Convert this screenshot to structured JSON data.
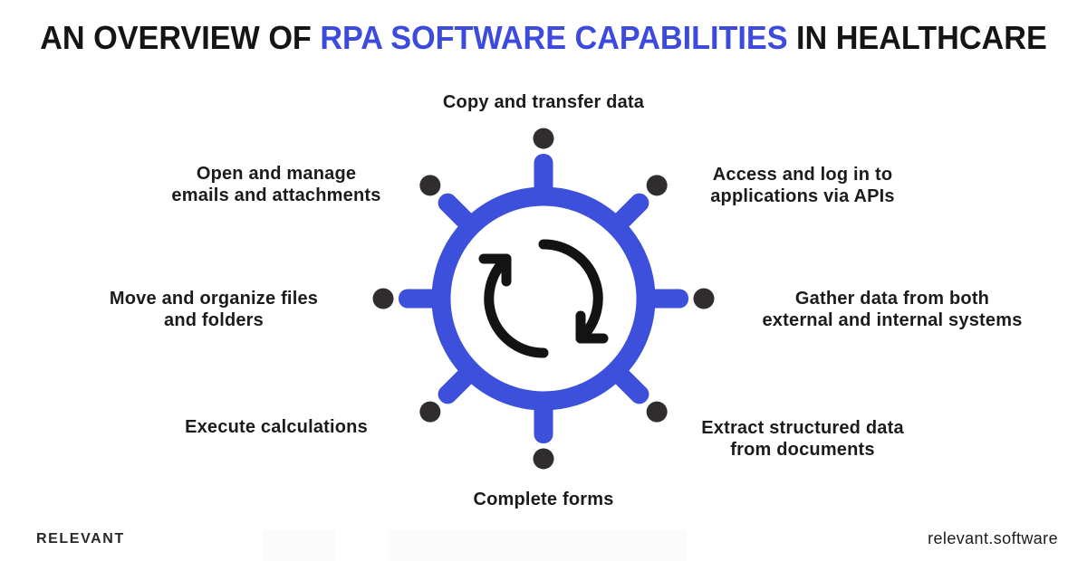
{
  "title": {
    "prefix": "AN OVERVIEW OF",
    "highlight": " RPA SOFTWARE CAPABILITIES",
    "suffix": " IN HEALTHCARE"
  },
  "wheel": {
    "icon": "sync-cycle-arrows-icon",
    "spoke_count": 8
  },
  "capabilities": [
    {
      "position": "top",
      "label": "Copy and transfer data",
      "lines": [
        "Copy and transfer data"
      ]
    },
    {
      "position": "top-right",
      "label": "Access and log in to applications via APIs",
      "lines": [
        "Access and log in to",
        "applications via APIs"
      ]
    },
    {
      "position": "right",
      "label": "Gather data from both external and internal systems",
      "lines": [
        "Gather data from both",
        "external and internal systems"
      ]
    },
    {
      "position": "bottom-right",
      "label": "Extract structured data from documents",
      "lines": [
        "Extract structured data",
        "from documents"
      ]
    },
    {
      "position": "bottom",
      "label": "Complete forms",
      "lines": [
        "Complete forms"
      ]
    },
    {
      "position": "bottom-left",
      "label": "Execute calculations",
      "lines": [
        "Execute calculations"
      ]
    },
    {
      "position": "left",
      "label": "Move and organize files and folders",
      "lines": [
        "Move and organize files",
        "and folders"
      ]
    },
    {
      "position": "top-left",
      "label": "Open and manage emails and attachments",
      "lines": [
        "Open and manage",
        "emails and attachments"
      ]
    }
  ],
  "footer": {
    "brand": "RELEVANT",
    "website": "relevant.software"
  },
  "colors": {
    "title-ink": "#151515",
    "title-blue": "#3C4BDE",
    "wheel-blue": "#3C50DC",
    "dot-dark": "#2F2D2E",
    "icon-ink": "#131313",
    "text-dark": "#1B1B1D",
    "brand-ink": "#29262A",
    "watermark": "#fbfbfb"
  }
}
